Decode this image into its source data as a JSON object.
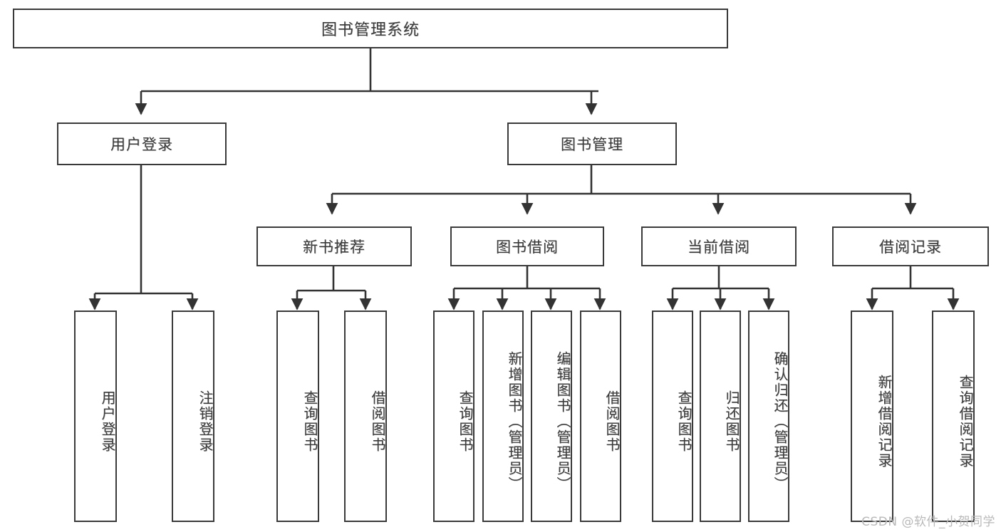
{
  "diagram": {
    "type": "tree-hierarchy-chart",
    "title": "图书管理系统",
    "colors": {
      "background": "#ffffff",
      "box_border": "#3a3a3a",
      "box_fill": "#ffffff",
      "text": "#3b3b3b",
      "connector": "#333333",
      "watermark": "#b9b9b9"
    },
    "levels": {
      "root": {
        "label": "图书管理系统"
      },
      "level2": [
        {
          "id": "user-login",
          "label": "用户登录"
        },
        {
          "id": "book-management",
          "label": "图书管理"
        }
      ],
      "level3": [
        {
          "id": "new-book-recommend",
          "label": "新书推荐",
          "parent": "book-management"
        },
        {
          "id": "book-borrow",
          "label": "图书借阅",
          "parent": "book-management"
        },
        {
          "id": "current-borrow",
          "label": "当前借阅",
          "parent": "book-management"
        },
        {
          "id": "borrow-record",
          "label": "借阅记录",
          "parent": "book-management"
        }
      ],
      "leaves": [
        {
          "id": "leaf-user-login",
          "label": "用户登录",
          "parent": "user-login"
        },
        {
          "id": "leaf-logout-login",
          "label": "注销登录",
          "parent": "user-login"
        },
        {
          "id": "leaf-query-book-1",
          "label": "查询图书",
          "parent": "new-book-recommend"
        },
        {
          "id": "leaf-borrow-book-1",
          "label": "借阅图书",
          "parent": "new-book-recommend"
        },
        {
          "id": "leaf-query-book-2",
          "label": "查询图书",
          "parent": "book-borrow"
        },
        {
          "id": "leaf-add-book",
          "label": "新增图书（管理员）",
          "parent": "book-borrow"
        },
        {
          "id": "leaf-edit-book",
          "label": "编辑图书（管理员）",
          "parent": "book-borrow"
        },
        {
          "id": "leaf-borrow-book-2",
          "label": "借阅图书",
          "parent": "book-borrow"
        },
        {
          "id": "leaf-query-book-3",
          "label": "查询图书",
          "parent": "current-borrow"
        },
        {
          "id": "leaf-return-book",
          "label": "归还图书",
          "parent": "current-borrow"
        },
        {
          "id": "leaf-confirm-return",
          "label": "确认归还（管理员）",
          "parent": "current-borrow"
        },
        {
          "id": "leaf-add-record",
          "label": "新增借阅记录",
          "parent": "borrow-record"
        },
        {
          "id": "leaf-query-record",
          "label": "查询借阅记录",
          "parent": "borrow-record"
        }
      ]
    },
    "watermark": "CSDN @软件_小贺同学"
  }
}
